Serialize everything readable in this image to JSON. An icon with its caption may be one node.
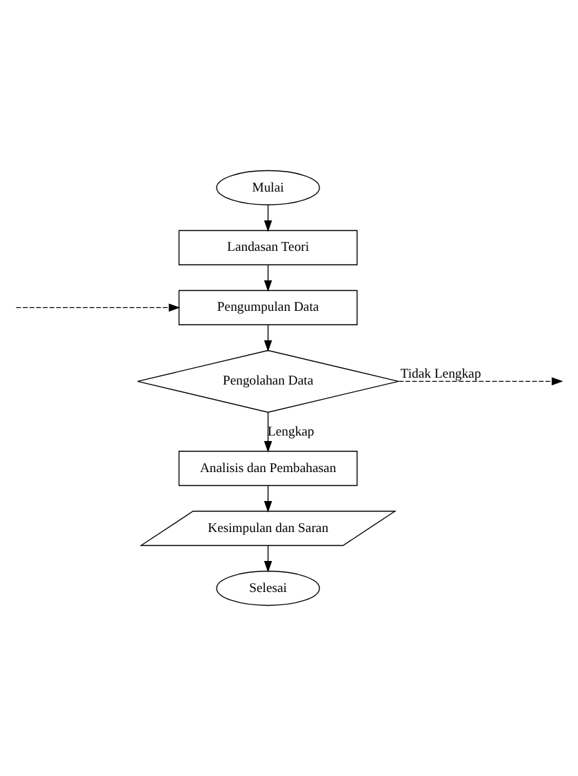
{
  "diagram": {
    "nodes": [
      {
        "text": [
          "Mulai"
        ]
      },
      {
        "text": [
          "Landasan Teori"
        ]
      },
      {
        "text": [
          "Pengumpulan Data"
        ]
      },
      {
        "text": [
          "Pengolahan Data"
        ]
      },
      {
        "text": [
          "Analisis dan Pembahasan"
        ]
      },
      {
        "text": [
          "Kesimpulan dan Saran"
        ]
      },
      {
        "text": [
          "Selesai"
        ]
      }
    ],
    "edges": [
      {
        "from": 0,
        "to": 1,
        "arrow": "to"
      },
      {
        "from": 1,
        "to": 2,
        "arrow": "to"
      },
      {
        "from": 2,
        "to": 3,
        "arrow": "to"
      },
      {
        "from": 3,
        "to": 4,
        "arrow": "to",
        "label": "Lengkap"
      },
      {
        "from": 4,
        "to": 5,
        "arrow": "to"
      },
      {
        "from": 5,
        "to": 6,
        "arrow": "to"
      },
      {
        "from": 3,
        "to": null,
        "arrow": "to",
        "style": "dashed",
        "label": "Tidak Lengkap"
      },
      {
        "from": null,
        "to": 2,
        "arrow": "to",
        "style": "dashed"
      }
    ]
  }
}
